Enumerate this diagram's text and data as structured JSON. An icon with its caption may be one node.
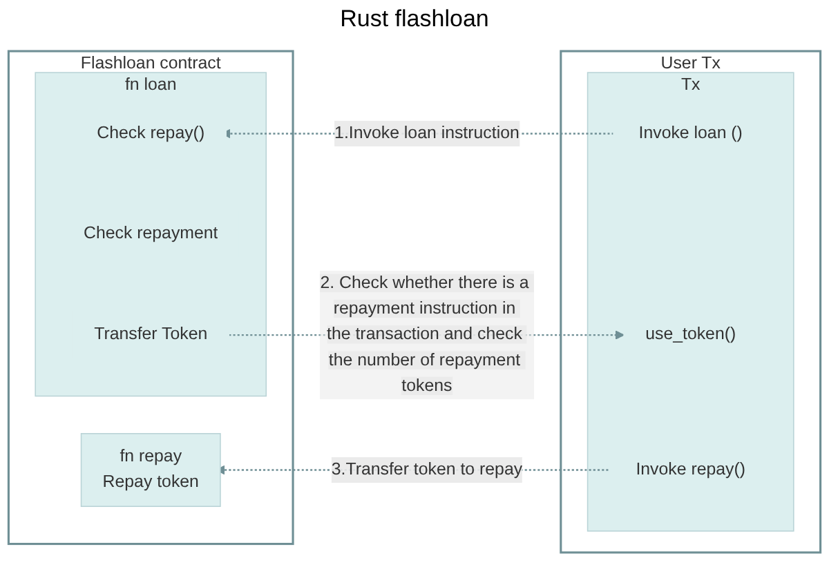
{
  "diagram": {
    "title": "Rust flashloan",
    "nodes": [
      {
        "text": [
          "Flashloan contract"
        ]
      },
      {
        "text": [
          "fn loan"
        ],
        "in": 0
      },
      {
        "text": [
          "Check repay()"
        ],
        "in": 1
      },
      {
        "text": [
          "Check  repayment"
        ],
        "in": 1
      },
      {
        "text": [
          "Transfer Token"
        ],
        "in": 1
      },
      {
        "text": [
          "fn repay",
          "Repay token"
        ],
        "in": 0
      },
      {
        "text": [
          "User Tx"
        ]
      },
      {
        "text": [
          "Tx"
        ],
        "in": 6
      },
      {
        "text": [
          "Invoke loan ()"
        ],
        "in": 7
      },
      {
        "text": [
          "use_token()"
        ],
        "in": 7
      },
      {
        "text": [
          "Invoke repay()"
        ],
        "in": 7
      }
    ],
    "edges": [
      {
        "from": 8,
        "to": 2,
        "arrow": "to",
        "style": "dashed",
        "label": "1.Invoke loan instruction"
      },
      {
        "from": 4,
        "to": 9,
        "arrow": "to",
        "style": "dashed",
        "label": "2. Check whether there is a repayment instruction in the transaction and check the number of repayment tokens"
      },
      {
        "from": 10,
        "to": 5,
        "arrow": "to",
        "style": "dashed",
        "label": "3.Transfer token to repay"
      }
    ]
  }
}
